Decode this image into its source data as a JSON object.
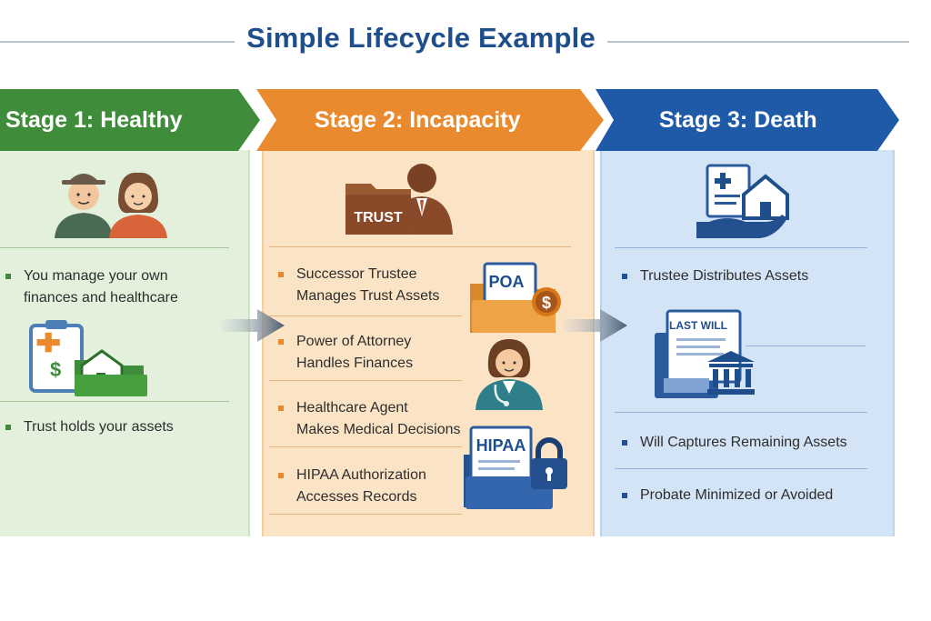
{
  "title": "Simple Lifecycle Example",
  "colors": {
    "green": "#3f8d3a",
    "orange": "#ea8a2e",
    "blue": "#1f5aa8",
    "title": "#1f4e8c"
  },
  "stages": [
    {
      "label": "Stage 1: Healthy",
      "items": [
        "You manage your own",
        "finances and healthcare",
        "Trust holds your assets"
      ],
      "icons": [
        "couple-icon",
        "checklist-house-folder-icon"
      ]
    },
    {
      "label": "Stage 2: Incapacity",
      "trust_label": "TRUST",
      "poa_label": "POA",
      "hipaa_label": "HIPAA",
      "items": [
        [
          "Successor Trustee",
          "Manages Trust Assets"
        ],
        [
          "Power of Attorney",
          "Handles Finances"
        ],
        [
          "Healthcare Agent",
          "Makes Medical Decisions"
        ],
        [
          "HIPAA Authorization",
          "Accesses Records"
        ]
      ],
      "icons": [
        "trustee-folder-icon",
        "poa-document-icon",
        "nurse-icon",
        "hipaa-lock-icon"
      ]
    },
    {
      "label": "Stage 3: Death",
      "last_will_label": "LAST WILL",
      "items": [
        "Trustee Distributes Assets",
        "Will Captures Remaining Assets",
        "Probate Minimized or Avoided"
      ],
      "icons": [
        "hand-house-document-icon",
        "last-will-bank-icon"
      ]
    }
  ]
}
